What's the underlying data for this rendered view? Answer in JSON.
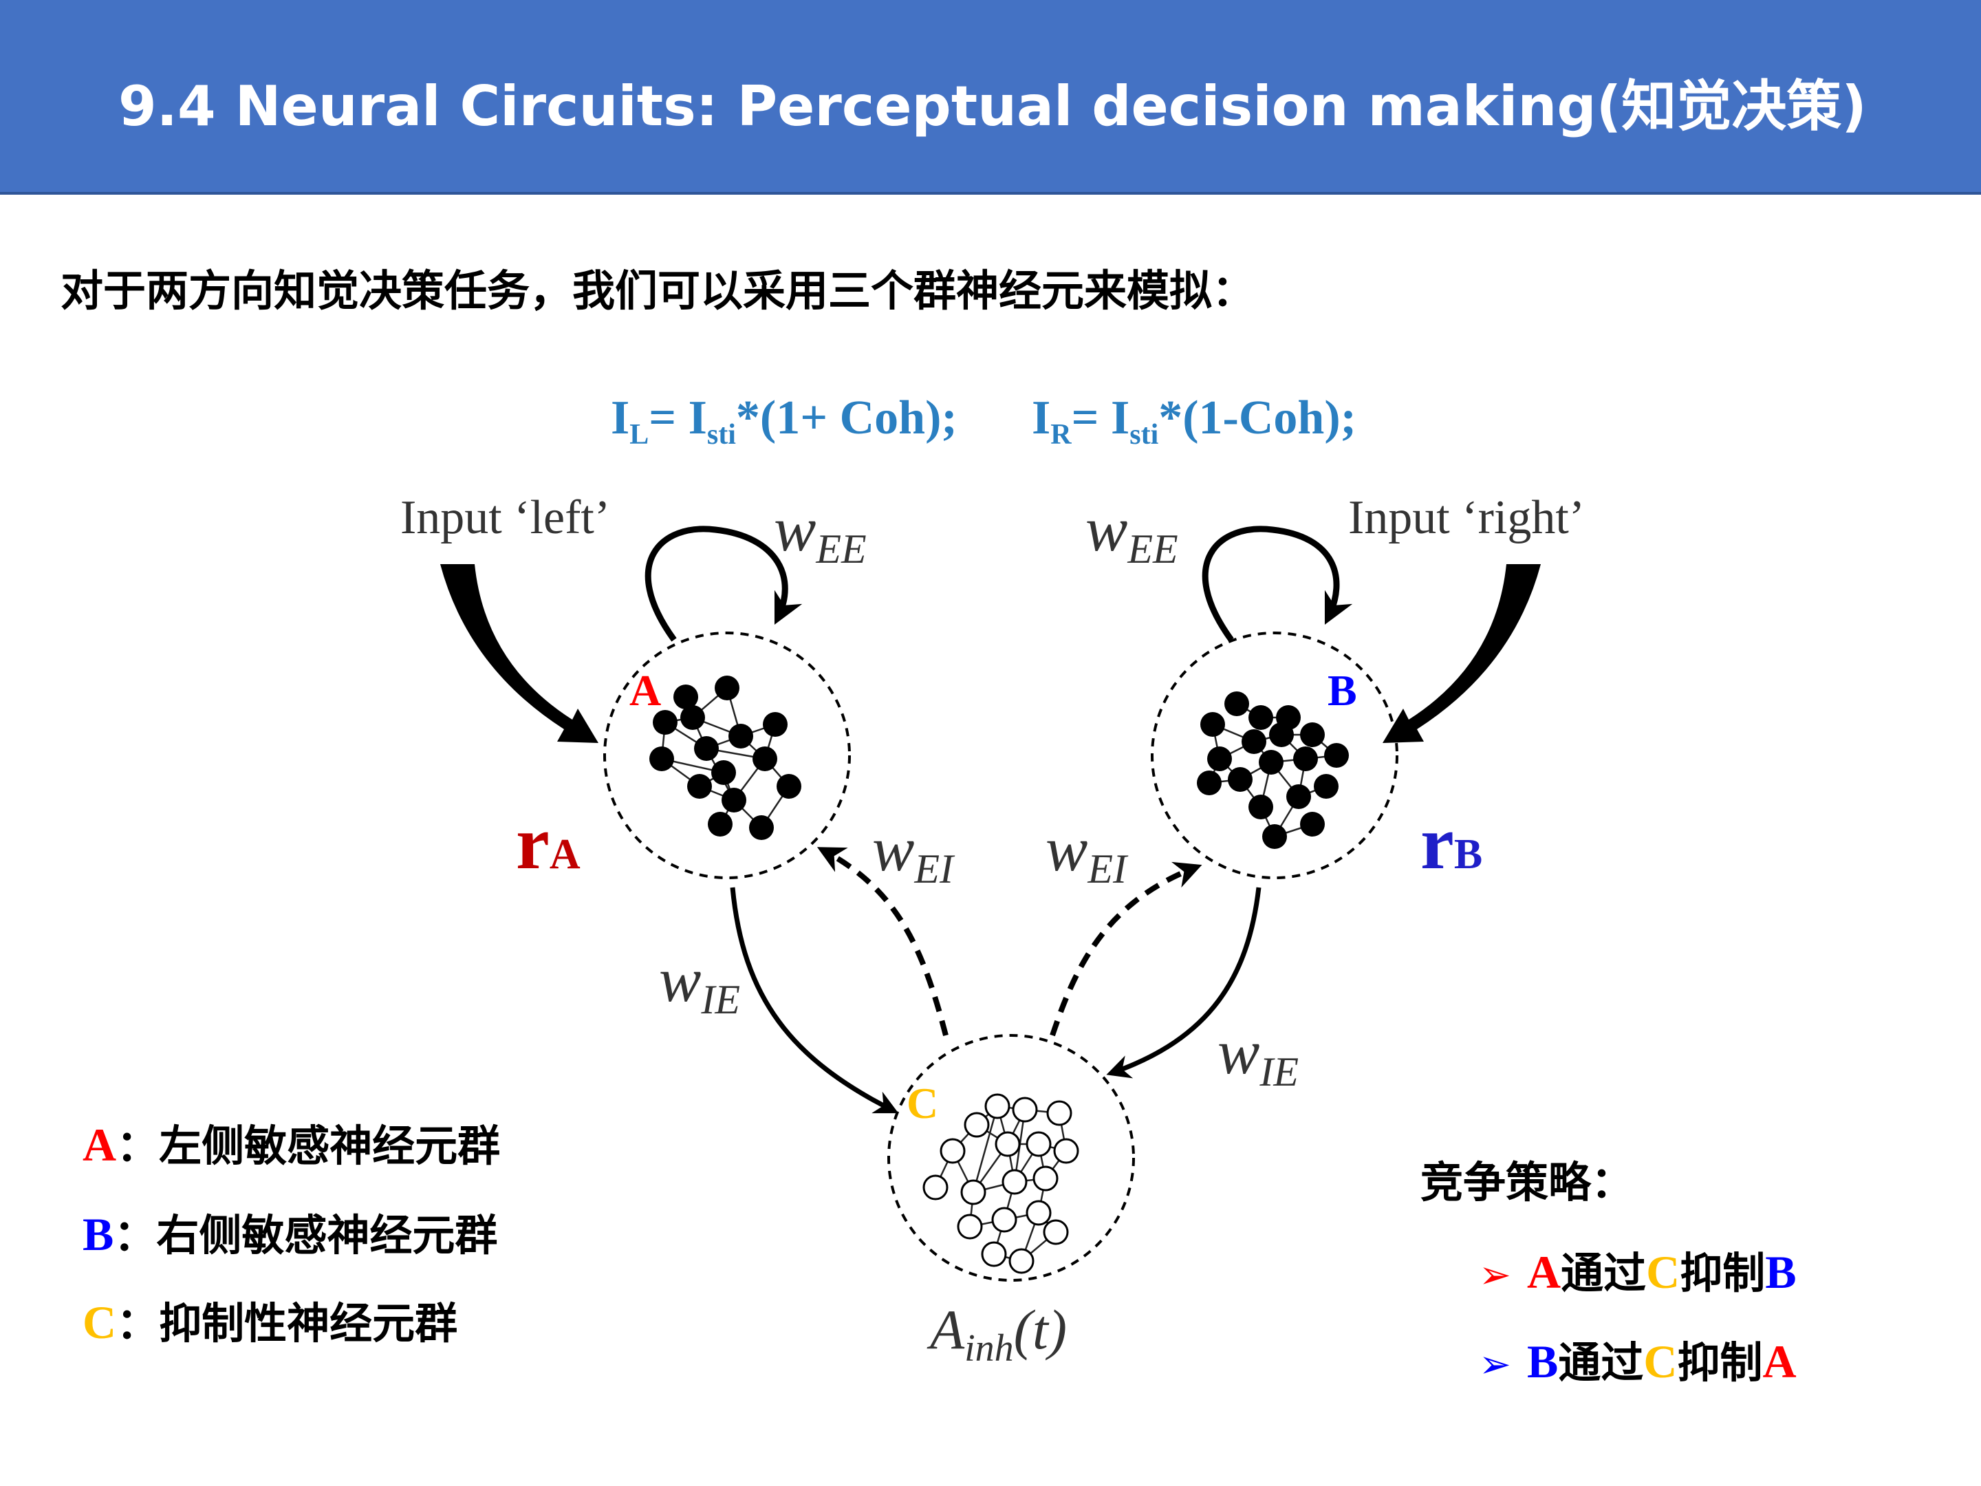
{
  "header": {
    "title": "9.4 Neural Circuits: Perceptual decision making(知觉决策)"
  },
  "intro": "对于两方向知觉决策任务，我们可以采用三个群神经元来模拟：",
  "formulas": {
    "left": {
      "I": "I",
      "sub1": "L",
      "mid": "= I",
      "sub2": "sti",
      "rest": "*(1+ Coh);"
    },
    "right": {
      "I": "I",
      "sub1": "R",
      "mid": "= I",
      "sub2": "sti",
      "rest": "*(1-Coh);"
    }
  },
  "diagram": {
    "input_left": "Input ‘left’",
    "input_right": "Input ‘right’",
    "w": "w",
    "ee": "EE",
    "ei": "EI",
    "ie": "IE",
    "label_A": "A",
    "label_B": "B",
    "label_C": "C",
    "rA_r": "r",
    "rA_sub": "A",
    "rB_r": "r",
    "rB_sub": "B",
    "ainh_A": "A",
    "ainh_sub": "inh",
    "ainh_t": "(t)"
  },
  "legend": [
    {
      "letter": "A",
      "text": "：左侧敏感神经元群",
      "color": "#ff0000"
    },
    {
      "letter": "B",
      "text": "：右侧敏感神经元群",
      "color": "#0000ff"
    },
    {
      "letter": "C",
      "text": "：抑制性神经元群",
      "color": "#ffc000"
    }
  ],
  "strategy": {
    "title": "竞争策略：",
    "items": [
      {
        "bullet": "➢",
        "bullet_color": "#ff0000",
        "p1": "A",
        "p1_color": "#ff0000",
        "t1": "通过",
        "p2": "C",
        "p2_color": "#ffc000",
        "t2": "抑制",
        "p3": "B",
        "p3_color": "#0000ff"
      },
      {
        "bullet": "➢",
        "bullet_color": "#0000ff",
        "p1": "B",
        "p1_color": "#0000ff",
        "t1": "通过",
        "p2": "C",
        "p2_color": "#ffc000",
        "t2": "抑制",
        "p3": "A",
        "p3_color": "#ff0000"
      }
    ]
  },
  "colors": {
    "header": "#4472c4",
    "formula": "#2a7fc1",
    "red": "#ff0000",
    "blue": "#0000ff",
    "orange": "#ffc000",
    "darkred": "#c00000",
    "darkblue": "#1f1fc8"
  }
}
